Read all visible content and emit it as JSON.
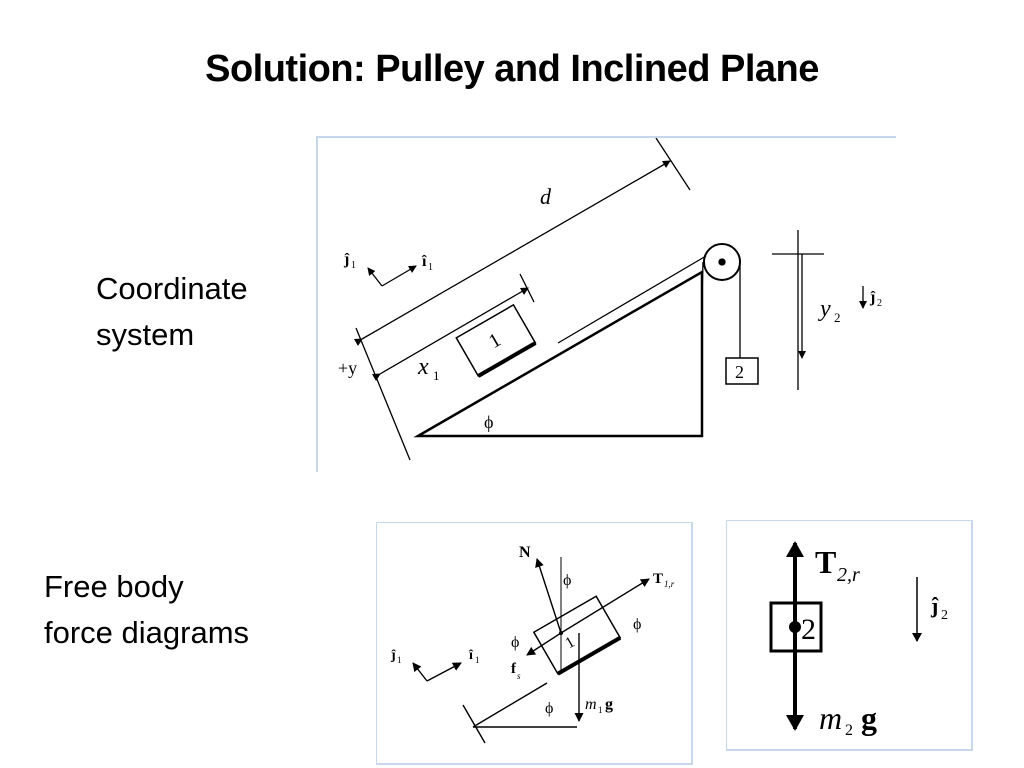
{
  "title": "Solution: Pulley and Inclined Plane",
  "labels": {
    "coordinate": [
      "Coordinate",
      "system"
    ],
    "fbd": [
      "Free body",
      "force diagrams"
    ]
  },
  "incline_figure": {
    "d": "d",
    "x": "x",
    "x_sub": "1",
    "y": "y",
    "y_sub": "2",
    "plus_y": "+y",
    "phi": "ϕ",
    "block1": "1",
    "block2": "2",
    "i_hat": "î",
    "i_sub": "1",
    "j_hat": "ĵ",
    "j_sub": "1",
    "j2_hat": "ĵ",
    "j2_sub": "2"
  },
  "fbd1_figure": {
    "N": "N",
    "T": "T",
    "T_sub": "1,r",
    "f": "f",
    "f_sub": "s",
    "m": "m",
    "m_sub": "1",
    "g": "g",
    "phi": "ϕ",
    "block": "1",
    "i_hat": "î",
    "i_sub": "1",
    "j_hat": "ĵ",
    "j_sub": "1"
  },
  "fbd2_figure": {
    "T": "T",
    "T_sub": "2,r",
    "m": "m",
    "m_sub": "2",
    "g": "g",
    "block": "2",
    "j_hat": "ĵ",
    "j_sub": "2"
  },
  "colors": {
    "frame_border": "#c8d8ec",
    "ink": "#000000"
  }
}
